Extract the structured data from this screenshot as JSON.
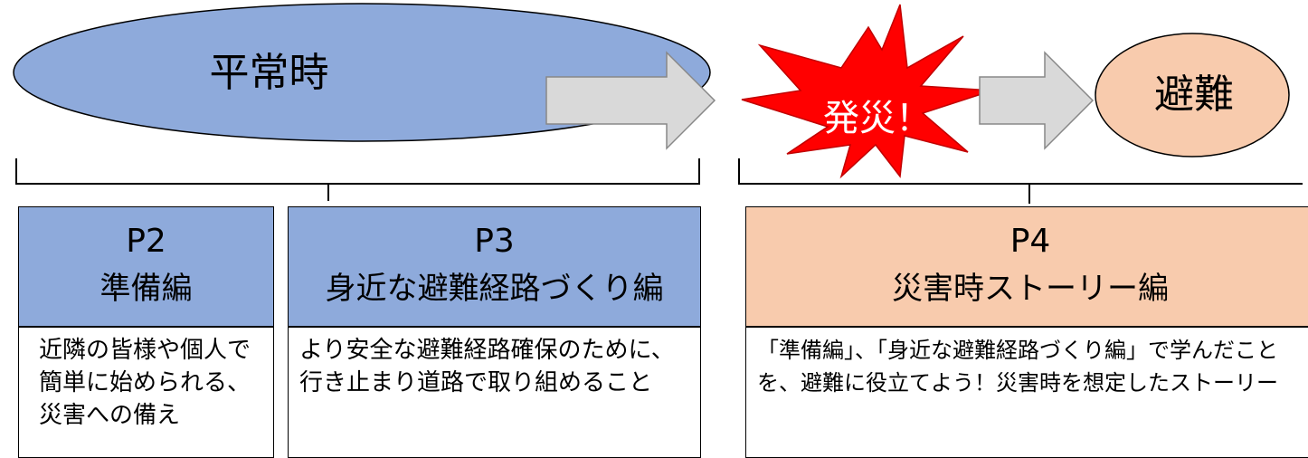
{
  "flow": {
    "normal_label": "平常時",
    "disaster_label": "発災！",
    "evac_label": "避難"
  },
  "panels": [
    {
      "page": "P2",
      "title": "準備編",
      "description": "近隣の皆様や個人で簡単に始められる、災害への備え"
    },
    {
      "page": "P3",
      "title": "身近な避難経路づくり編",
      "description": "より安全な避難経路確保のために、行き止まり道路で取り組めること"
    },
    {
      "page": "P4",
      "title": "災害時ストーリー編",
      "description": "「準備編」、「身近な避難経路づくり編」で学んだことを、避難に役立てよう！災害時を想定したストーリー"
    }
  ],
  "colors": {
    "blue": "#8eaadb",
    "orange": "#f8cbad",
    "burst": "#ff0000",
    "arrow": "#d9d9d9"
  }
}
